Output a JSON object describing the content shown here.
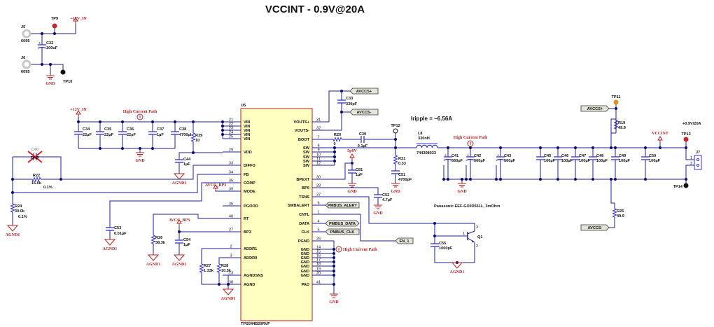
{
  "title": "VCCINT - 0.9V@20A",
  "colors": {
    "wire": "#1f1f8f",
    "junction": "#0d0d6b",
    "net_label": "#b22222",
    "chip_fill": "#ffffc0",
    "chip_border": "#b22222",
    "tp_red": "#c0282d",
    "tp_orange": "#e09020",
    "connector": "#c8c8c8"
  },
  "ic": {
    "ref": "U5",
    "part": "TPS544B20RVF",
    "left_pins": [
      {
        "num": "21",
        "name": "VIN"
      },
      {
        "num": "22",
        "name": "VIN"
      },
      {
        "num": "23",
        "name": "VIN"
      },
      {
        "num": "24",
        "name": "VIN"
      },
      {
        "num": "25",
        "name": "VIN"
      },
      {
        "num": "29",
        "name": "VDD"
      },
      {
        "num": "33",
        "name": "DIFFO"
      },
      {
        "num": "34",
        "name": "FB"
      },
      {
        "num": "35",
        "name": "COMP"
      },
      {
        "num": "39",
        "name": "MODE"
      },
      {
        "num": "36",
        "name": "PGOOD"
      },
      {
        "num": "40",
        "name": "RT"
      },
      {
        "num": "27",
        "name": "BP3"
      },
      {
        "num": "2",
        "name": "ADDR1"
      },
      {
        "num": "3",
        "name": "ADDR0"
      },
      {
        "num": "13",
        "name": "AGNDSNS"
      },
      {
        "num": "38",
        "name": "AGND"
      }
    ],
    "right_pins": [
      {
        "num": "31",
        "name": "VOUTS+"
      },
      {
        "num": "32",
        "name": "VOUTS-"
      },
      {
        "num": "7",
        "name": "BOOT"
      },
      {
        "num": "8",
        "name": "SW"
      },
      {
        "num": "9",
        "name": "SW"
      },
      {
        "num": "10",
        "name": "SW"
      },
      {
        "num": "11",
        "name": "SW"
      },
      {
        "num": "12",
        "name": "SW"
      },
      {
        "num": "30",
        "name": "BPEXT"
      },
      {
        "num": "28",
        "name": "BP6"
      },
      {
        "num": "37",
        "name": "TSNS"
      },
      {
        "num": "6",
        "name": "SMBALERT"
      },
      {
        "num": "1",
        "name": "CNTL"
      },
      {
        "num": "4",
        "name": "DATA"
      },
      {
        "num": "5",
        "name": "CLK"
      },
      {
        "num": "26",
        "name": "PGND"
      },
      {
        "num": "14",
        "name": "GND"
      },
      {
        "num": "15",
        "name": "GND"
      },
      {
        "num": "16",
        "name": "GND"
      },
      {
        "num": "17",
        "name": "GND"
      },
      {
        "num": "18",
        "name": "GND"
      },
      {
        "num": "19",
        "name": "GND"
      },
      {
        "num": "20",
        "name": "GND"
      },
      {
        "num": "41",
        "name": "PAD"
      }
    ]
  },
  "components": {
    "J5": {
      "ref": "J5",
      "value": "6095"
    },
    "J6": {
      "ref": "J6",
      "value": "6095"
    },
    "J7": {
      "ref": "J7",
      "pin1": "1",
      "pin2": "2"
    },
    "TP9": {
      "ref": "TP9"
    },
    "TP10": {
      "ref": "TP10"
    },
    "TP11": {
      "ref": "TP11"
    },
    "TP12": {
      "ref": "TP12"
    },
    "TP13": {
      "ref": "TP13"
    },
    "TP14": {
      "ref": "TP14"
    },
    "C32": {
      "ref": "C32",
      "value": "100uF"
    },
    "C34": {
      "ref": "C34",
      "value": "22µF"
    },
    "C35": {
      "ref": "C35",
      "value": "22µF"
    },
    "C36": {
      "ref": "C36",
      "value": "22µF"
    },
    "C37": {
      "ref": "C37",
      "value": "1µF"
    },
    "C38": {
      "ref": "C38",
      "value": "4700pF"
    },
    "R39": {
      "ref": "R39",
      "value": "10"
    },
    "C40": {
      "ref": "C40",
      "value": "DNP"
    },
    "R22": {
      "ref": "R22",
      "value": "15.0k",
      "tol": "0.1%"
    },
    "R24": {
      "ref": "R24",
      "value": "30.0k",
      "tol": "0.1%"
    },
    "C44": {
      "ref": "C44",
      "value": "1µF"
    },
    "C53": {
      "ref": "C53",
      "value": "0.01µF"
    },
    "R26": {
      "ref": "R26",
      "value": "38.3k"
    },
    "C54": {
      "ref": "C54",
      "value": "1µF"
    },
    "R27": {
      "ref": "R27",
      "value": "1.33k"
    },
    "R28": {
      "ref": "R28",
      "value": "10.5k"
    },
    "C33": {
      "ref": "C33",
      "value": "330pF"
    },
    "R20": {
      "ref": "R20",
      "value": "0"
    },
    "C39": {
      "ref": "C39",
      "value": "0.1µF"
    },
    "L8": {
      "ref": "L8",
      "value": "330nH",
      "part": "744308033"
    },
    "R21": {
      "ref": "R21",
      "value": "0.33"
    },
    "C51": {
      "ref": "C51",
      "value": "4700pF"
    },
    "C81": {
      "ref": "C81",
      "value": "1µF"
    },
    "C52": {
      "ref": "C52",
      "value": "4.7µF"
    },
    "C55": {
      "ref": "C55",
      "value": "1000pF"
    },
    "Q1": {
      "ref": "Q1",
      "pin_b": "1",
      "pin_c": "3",
      "pin_e": "2"
    },
    "C41": {
      "ref": "C41",
      "value": "560µF"
    },
    "C42": {
      "ref": "C42",
      "value": "560µF"
    },
    "C43": {
      "ref": "C43",
      "value": "560µF"
    },
    "C45": {
      "ref": "C45",
      "value": "100µF"
    },
    "C46": {
      "ref": "C46",
      "value": "100µF"
    },
    "C47": {
      "ref": "C47",
      "value": "100µF"
    },
    "C48": {
      "ref": "C48",
      "value": "100µF"
    },
    "C49": {
      "ref": "C49",
      "value": "100µF"
    },
    "C50": {
      "ref": "C50",
      "value": "100µF"
    },
    "R19": {
      "ref": "R19",
      "value": "49.9"
    },
    "R25": {
      "ref": "R25",
      "value": "49.9"
    }
  },
  "nets": {
    "v12_in": "+12V_IN",
    "gnd": "GND",
    "agnd": "AGND1",
    "avcc_bp3": "AVCC_BP3",
    "avccs_p": "AVCCS+",
    "avccs_n": "AVCCS-",
    "vccint": "VCCINT",
    "bp5": "5p0V",
    "pmbus_alert": "PMBUS_ALERT",
    "pmbus_data": "PMBUS_DATA",
    "pmbus_clk": "PMBUS_CLK",
    "en": "EN_1"
  },
  "notes": {
    "high_current": "High Current Path",
    "iripple": "Iripple = ~6.56A",
    "cap_note": "Panasonic EEF-GX0D561L, 3mOhm",
    "output": "+0.9V/20A"
  }
}
